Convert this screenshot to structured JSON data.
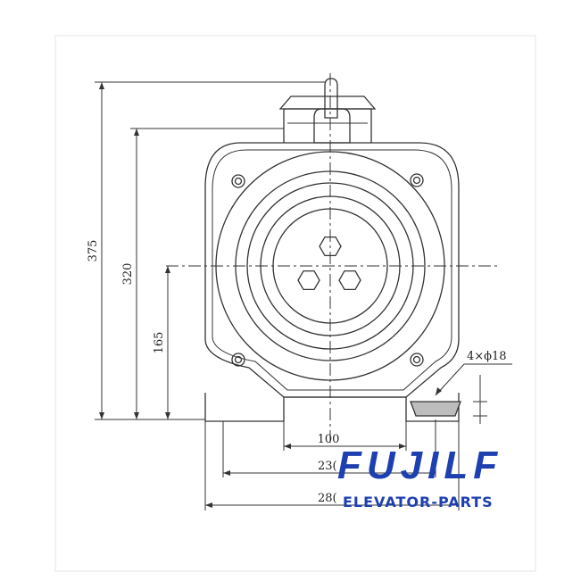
{
  "dimensions": {
    "overall_height": "375",
    "mount_height": "320",
    "center_height": "165",
    "hole_spec": "4×ϕ18",
    "foot_gap": "100",
    "hole_spacing": "23(",
    "base_width": "28("
  },
  "logo": {
    "brand": "FUJILF",
    "tagline": "ELEVATOR-PARTS",
    "color": "#1d3fb0"
  },
  "line_color": "#333333"
}
